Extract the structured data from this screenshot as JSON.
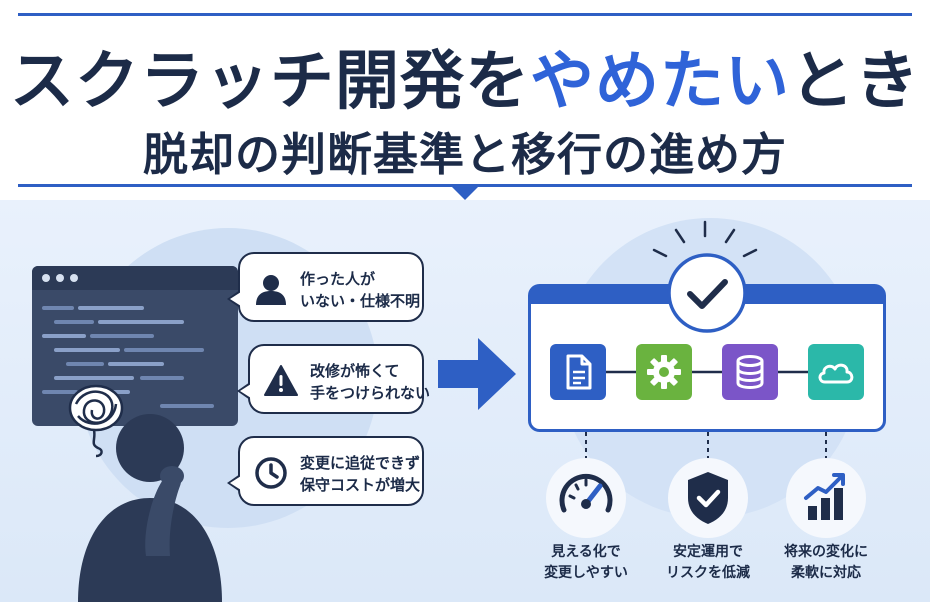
{
  "title": {
    "line1_before": "スクラッチ開発を",
    "line1_accent": "やめたい",
    "line1_after": "とき",
    "line2": "脱却の判断基準と移行の進め方"
  },
  "problems": [
    {
      "icon": "person-icon",
      "lines": [
        "作った人が",
        "いない・仕様不明"
      ]
    },
    {
      "icon": "warning-icon",
      "lines": [
        "改修が怖くて",
        "手をつけられない"
      ]
    },
    {
      "icon": "clock-icon",
      "lines": [
        "変更に追従できず",
        "保守コストが増大"
      ]
    }
  ],
  "flow_nodes": [
    {
      "icon": "document-icon",
      "color": "#2e5fc4"
    },
    {
      "icon": "gear-icon",
      "color": "#6ab33f"
    },
    {
      "icon": "database-icon",
      "color": "#7b55c8"
    },
    {
      "icon": "cloud-icon",
      "color": "#2bb8a9"
    }
  ],
  "benefits": [
    {
      "icon": "gauge-icon",
      "lines": [
        "見える化で",
        "変更しやすい"
      ]
    },
    {
      "icon": "shield-check-icon",
      "lines": [
        "安定運用で",
        "リスクを低減"
      ]
    },
    {
      "icon": "growth-chart-icon",
      "lines": [
        "将来の変化に",
        "柔軟に対応"
      ]
    }
  ],
  "colors": {
    "navy": "#1c2b48",
    "accent_blue": "#2f63d8",
    "background": "#e3edfa"
  }
}
